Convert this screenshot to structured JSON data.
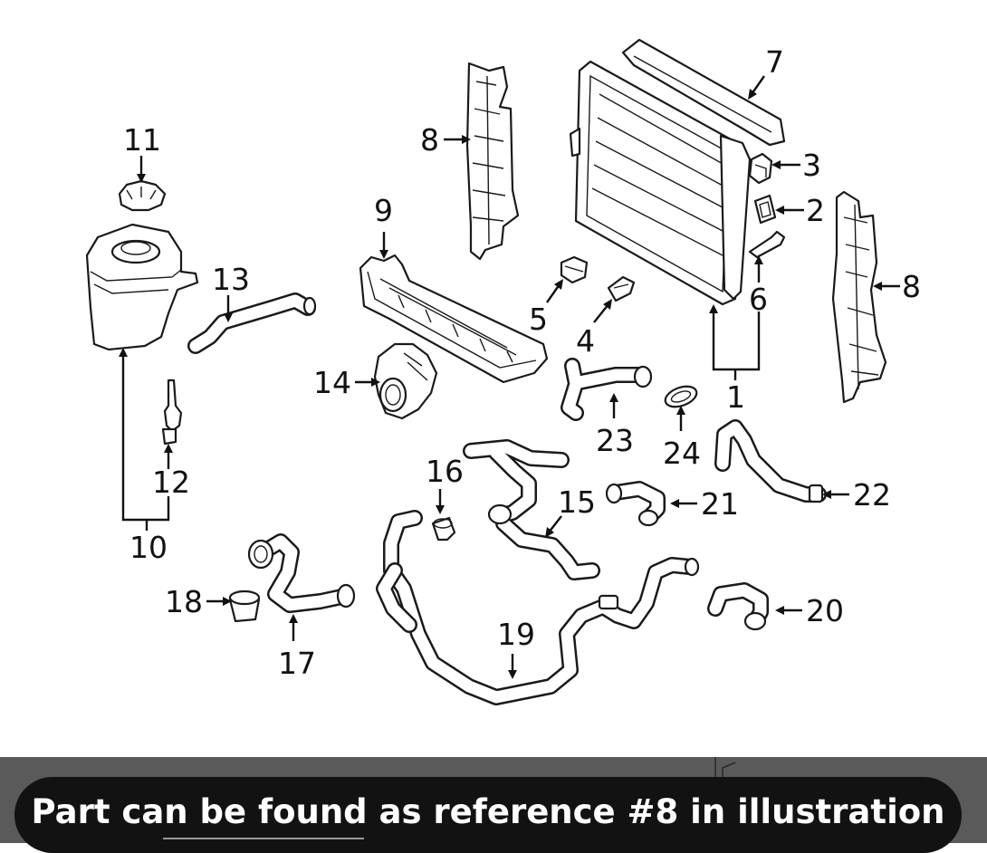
{
  "diagram": {
    "callouts": {
      "c1": "1",
      "c2": "2",
      "c3": "3",
      "c4": "4",
      "c5": "5",
      "c6": "6",
      "c7": "7",
      "c8a": "8",
      "c8b": "8",
      "c9": "9",
      "c10": "10",
      "c11": "11",
      "c12": "12",
      "c13": "13",
      "c14": "14",
      "c15": "15",
      "c16": "16",
      "c17": "17",
      "c18": "18",
      "c19": "19",
      "c20": "20",
      "c21": "21",
      "c22": "22",
      "c23": "23",
      "c24": "24"
    }
  },
  "caption": {
    "text": "Part can be found as reference #8 in illustration"
  },
  "colors": {
    "background": "#ffffff",
    "line": "#1a1a1a",
    "caption_bar": "#5a5a5a",
    "caption_pill": "#121212",
    "caption_text": "#ffffff"
  }
}
